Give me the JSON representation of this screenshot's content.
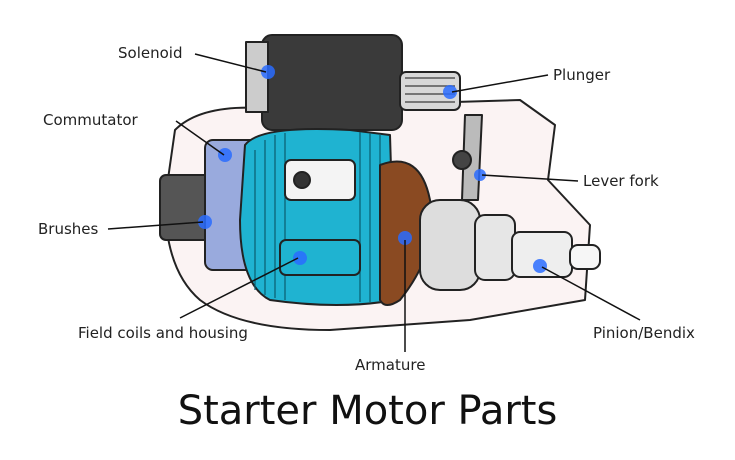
{
  "title": "Starter Motor Parts",
  "labels": {
    "solenoid": "Solenoid",
    "plunger": "Plunger",
    "commutator": "Commutator",
    "lever_fork": "Lever fork",
    "brushes": "Brushes",
    "field_coils": "Field coils and housing",
    "armature": "Armature",
    "pinion": "Pinion/Bendix"
  },
  "colors": {
    "coil": "#1fb3d1",
    "armature": "#8a4a22",
    "highlight": "#2a6cff",
    "outline": "#222222"
  }
}
